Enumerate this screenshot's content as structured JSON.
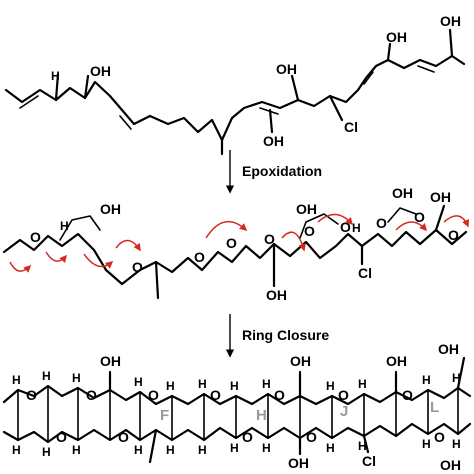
{
  "steps": {
    "step1": "Epoxidation",
    "step2": "Ring Closure"
  },
  "top": {
    "oh": [
      "OH",
      "OH",
      "OH",
      "OH",
      "OH"
    ],
    "h": [
      "H"
    ],
    "cl": "Cl"
  },
  "middle": {
    "oh": [
      "OH",
      "OH",
      "OH",
      "OH",
      "OH"
    ],
    "o": [
      "O",
      "O",
      "O",
      "O",
      "O",
      "O",
      "O",
      "O",
      "O",
      "O"
    ],
    "h": [
      "H",
      "H"
    ],
    "cl": "Cl"
  },
  "bottom": {
    "ring_letters": [
      "F",
      "H",
      "J",
      "L"
    ],
    "oh": [
      "OH",
      "OH",
      "OH",
      "OH",
      "OH",
      "OH"
    ],
    "o": [
      "O",
      "O",
      "O",
      "O",
      "O",
      "O",
      "O",
      "O",
      "O",
      "O",
      "O",
      "O"
    ],
    "h": [
      "H",
      "H",
      "H",
      "H",
      "H",
      "H",
      "H",
      "H",
      "H",
      "H",
      "H",
      "H",
      "H",
      "H",
      "H",
      "H",
      "H",
      "H",
      "H",
      "H",
      "H",
      "H",
      "H",
      "H"
    ],
    "cl": "Cl"
  },
  "colors": {
    "arrow_push": "#d42b20",
    "ring_letter": "#9a9a9a",
    "bond": "#000000"
  }
}
